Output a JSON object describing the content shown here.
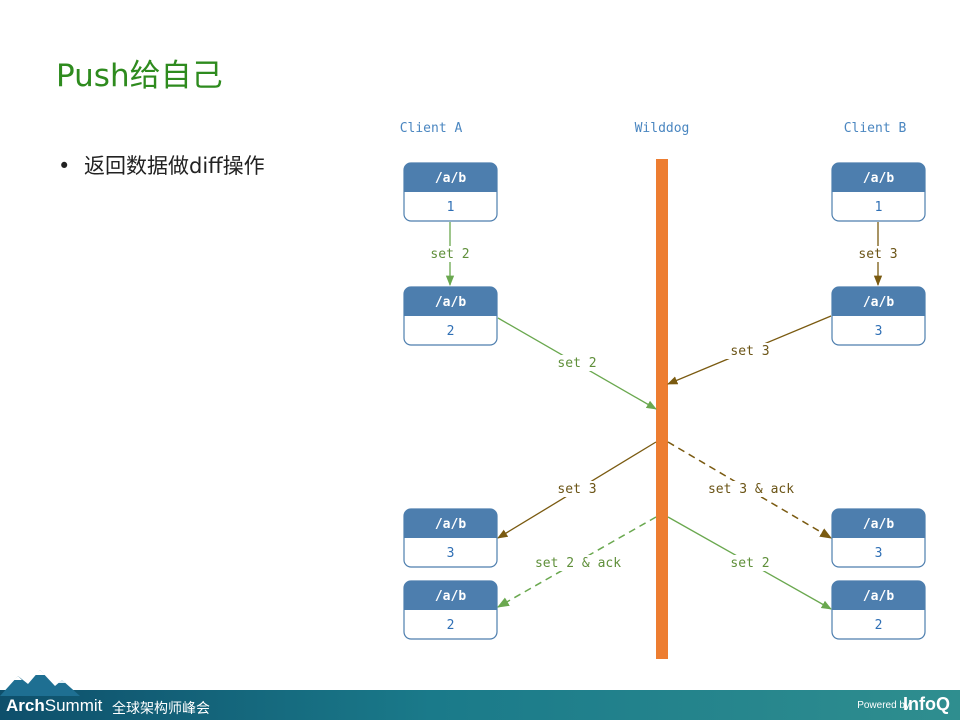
{
  "title": "Push给自己",
  "bullet": "返回数据做diff操作",
  "diagram": {
    "columns": {
      "client_a": "Client A",
      "wilddog": "Wilddog",
      "client_b": "Client B"
    },
    "colors": {
      "header": "#4d7eae",
      "border": "#4d7eae",
      "value_text": "#2f6fb5",
      "green": "#6aa84f",
      "olive": "#7a5a10",
      "bar": "#ed7d31",
      "label_green": "#5f8f3a",
      "label_olive": "#6b5416"
    },
    "boxes": {
      "a1": {
        "path": "/a/b",
        "value": "1"
      },
      "a2": {
        "path": "/a/b",
        "value": "2"
      },
      "a3": {
        "path": "/a/b",
        "value": "3"
      },
      "a4": {
        "path": "/a/b",
        "value": "2"
      },
      "b1": {
        "path": "/a/b",
        "value": "1"
      },
      "b2": {
        "path": "/a/b",
        "value": "3"
      },
      "b3": {
        "path": "/a/b",
        "value": "3"
      },
      "b4": {
        "path": "/a/b",
        "value": "2"
      }
    },
    "labels": {
      "a_set2": "set 2",
      "b_set3": "set 3",
      "a_to_server": "set 2",
      "b_to_server": "set 3",
      "server_to_a_set3": "set 3",
      "server_to_a_ack": "set 2 & ack",
      "server_to_b_ack": "set 3 & ack",
      "server_to_b_set2": "set 2"
    }
  },
  "footer": {
    "brand_bold": "Arch",
    "brand_rest": "Summit",
    "brand_sub": "全球架构师峰会",
    "powered": "Powered by",
    "infoq": "InfoQ"
  }
}
